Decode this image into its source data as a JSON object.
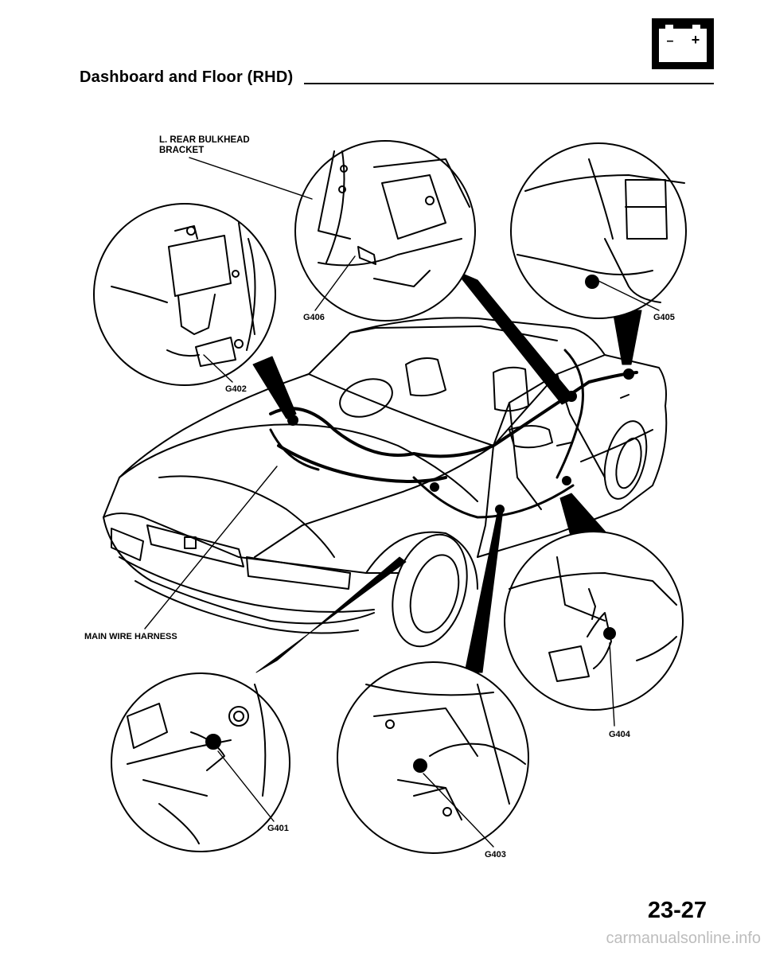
{
  "page": {
    "title": "Dashboard and Floor (RHD)",
    "page_number": "23-27",
    "watermark": "carmanualsonline.info"
  },
  "icon": {
    "name": "battery-icon",
    "plus": "+",
    "minus": "–"
  },
  "callouts": {
    "rear_bracket_line1": "L. REAR BULKHEAD",
    "rear_bracket_line2": "BRACKET",
    "main_harness": "MAIN WIRE HARNESS",
    "g401": "G401",
    "g402": "G402",
    "g403": "G403",
    "g404": "G404",
    "g405": "G405",
    "g406": "G406"
  },
  "colors": {
    "ink": "#000000",
    "paper": "#ffffff",
    "watermark": "#bdbdbd"
  }
}
